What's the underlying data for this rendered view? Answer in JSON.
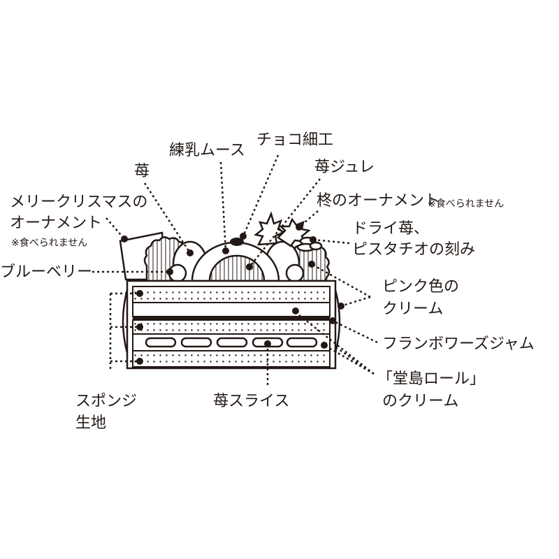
{
  "colors": {
    "ink": "#231815",
    "background": "#ffffff"
  },
  "labels": {
    "xmas_ornament_1": "メリークリスマスの",
    "xmas_ornament_2": "オーナメント",
    "xmas_ornament_note": "※食べられません",
    "blueberry": "ブルーベリー",
    "strawberry": "苺",
    "condensed_milk_mousse": "練乳ムース",
    "chocolate_work": "チョコ細工",
    "strawberry_jelly": "苺ジュレ",
    "holly_ornament": "柊のオーナメント",
    "holly_ornament_note": "※食べられません",
    "dried_strawberry_1": "ドライ苺、",
    "dried_strawberry_2": "ピスタチオの刻み",
    "pink_cream_1": "ピンク色の",
    "pink_cream_2": "クリーム",
    "framboise_jam": "フランボワーズジャム",
    "dojima_cream_1": "「堂島ロール」",
    "dojima_cream_2": "のクリーム",
    "sponge_1": "スポンジ",
    "sponge_2": "生地",
    "strawberry_slice": "苺スライス"
  }
}
